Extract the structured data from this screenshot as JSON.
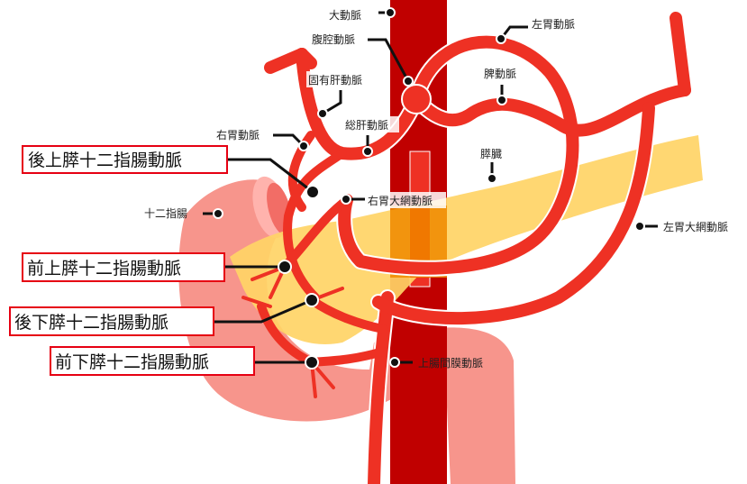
{
  "title": "膵十二指腸動脈の解剖図",
  "labels": {
    "aorta": "大動脈",
    "celiac": "腹腔動脈",
    "left_gastric": "左胃動脈",
    "proper_hepatic": "固有肝動脈",
    "splenic": "脾動脈",
    "common_hepatic": "総肝動脈",
    "right_gastric": "右胃動脈",
    "pancreas": "膵臓",
    "right_gastroepiploic": "右胃大網動脈",
    "duodenum": "十二指腸",
    "left_gastroepiploic": "左胃大網動脈",
    "sma": "上腸間膜動脈"
  },
  "highlighted": {
    "psp": "後上膵十二指腸動脈",
    "asp": "前上膵十二指腸動脈",
    "pip": "後下膵十二指腸動脈",
    "aip": "前下膵十二指腸動脈"
  },
  "colors": {
    "aorta": "#c00000",
    "artery": "#ee3124",
    "pancreas": "#ffd466",
    "duodenum": "#f7958c",
    "highlight_border": "#e60012"
  }
}
